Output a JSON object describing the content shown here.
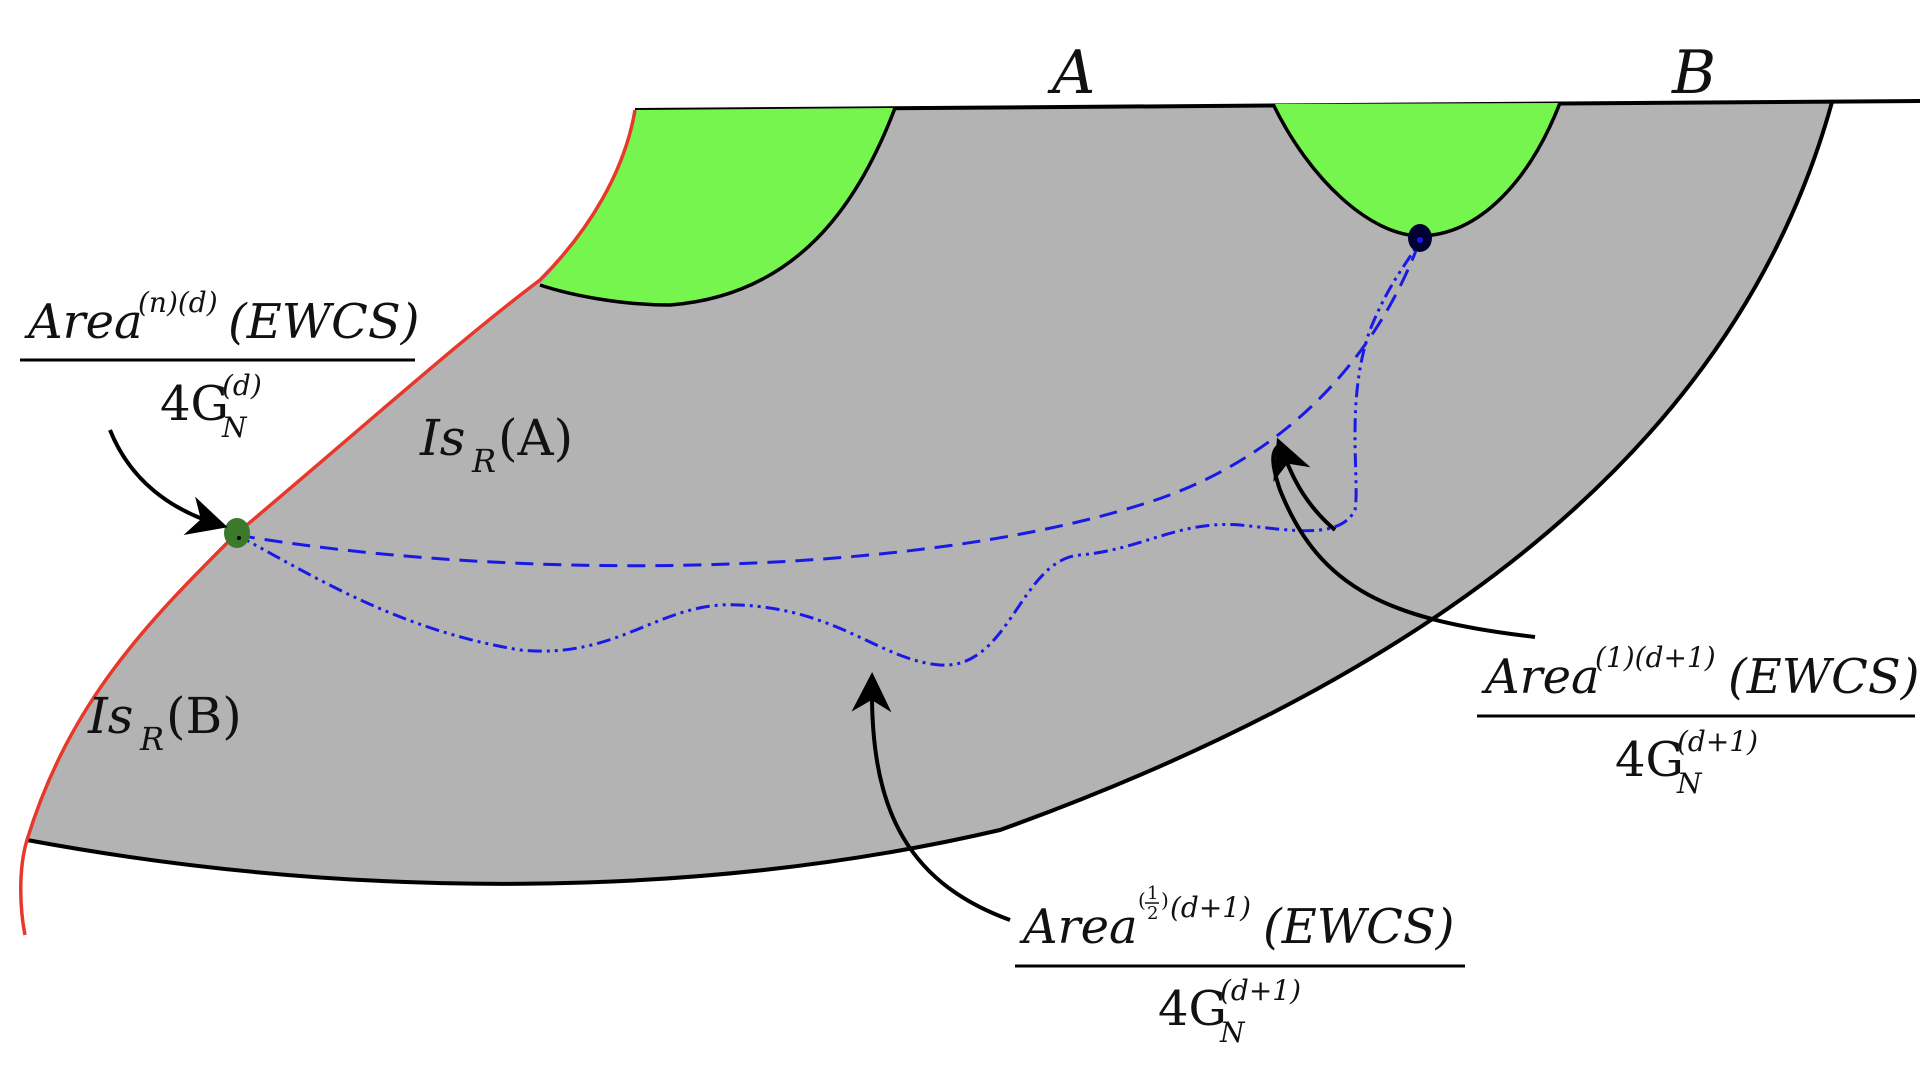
{
  "colors": {
    "bulk": "#b3b3b3",
    "entanglement_wedge": "#77f54f",
    "brane": "#e8382a",
    "boundary": "#000000",
    "ewcs": "#1a1ae6",
    "brane_point": "#3a7a2a",
    "bulk_point": "#000033"
  },
  "labels": {
    "region_a": "A",
    "region_b": "B",
    "is_a": {
      "main": "Is",
      "sub": "R",
      "arg": "(A)"
    },
    "is_b": {
      "main": "Is",
      "sub": "R",
      "arg": "(B)"
    }
  },
  "formulas": {
    "brane_term": {
      "num_main": "Area",
      "num_sup": "(n)(d)",
      "num_arg": "(EWCS)",
      "den_main": "4G",
      "den_sub": "N",
      "den_sup": "(d)"
    },
    "dashed_term": {
      "num_main": "Area",
      "num_sup": "(1)(d+1)",
      "num_arg": "(EWCS)",
      "den_main": "4G",
      "den_sub": "N",
      "den_sup": "(d+1)"
    },
    "dashdot_term": {
      "num_main": "Area",
      "num_sup_frac_num": "1",
      "num_sup_frac_den": "2",
      "num_sup_rest": "(d+1)",
      "num_arg": "(EWCS)",
      "den_main": "4G",
      "den_sub": "N",
      "den_sup": "(d+1)"
    }
  }
}
